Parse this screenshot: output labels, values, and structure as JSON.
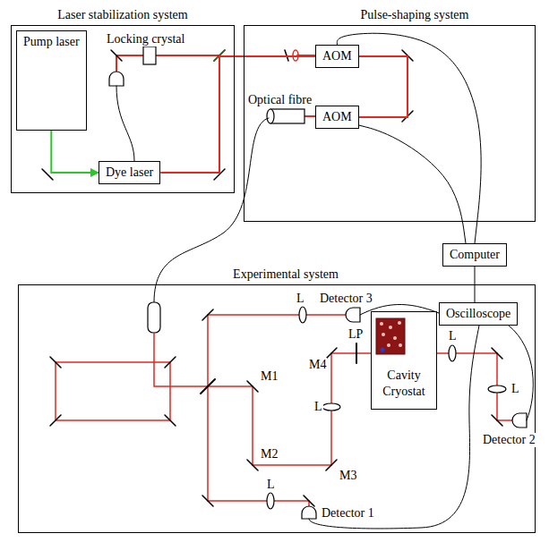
{
  "diagram": {
    "nodes": [
      {
        "text": [
          "Laser stabilization system"
        ]
      },
      {
        "text": [
          "Pump laser"
        ],
        "in": 0
      },
      {
        "text": [
          "Dye laser"
        ],
        "in": 0
      },
      {
        "text": [
          "Pulse-shaping system"
        ]
      },
      {
        "text": [
          "AOM"
        ],
        "in": 3
      },
      {
        "text": [
          "AOM"
        ],
        "in": 3
      },
      {
        "text": [
          "Computer"
        ]
      },
      {
        "text": [
          "Experimental system"
        ]
      },
      {
        "text": [
          "Oscilloscope"
        ],
        "in": 7
      },
      {
        "text": [
          "Cavity",
          "Cryostat"
        ],
        "in": 7
      }
    ],
    "edges": [
      {
        "from": 1,
        "to": 2,
        "arrow": "to"
      },
      {
        "from": 2,
        "to": 4,
        "arrow": "none"
      },
      {
        "from": 4,
        "to": 5,
        "arrow": "none"
      },
      {
        "from": 4,
        "to": 6,
        "arrow": "none"
      },
      {
        "from": 5,
        "to": 6,
        "arrow": "none"
      },
      {
        "from": 6,
        "to": 8,
        "arrow": "none"
      }
    ],
    "labels": [
      "Locking crystal",
      "Optical fibre",
      "Detector 3",
      "L",
      "LP",
      "M1",
      "M4",
      "L",
      "M2",
      "M3",
      "L",
      "L",
      "L",
      "Detector 1",
      "Detector 2"
    ]
  }
}
